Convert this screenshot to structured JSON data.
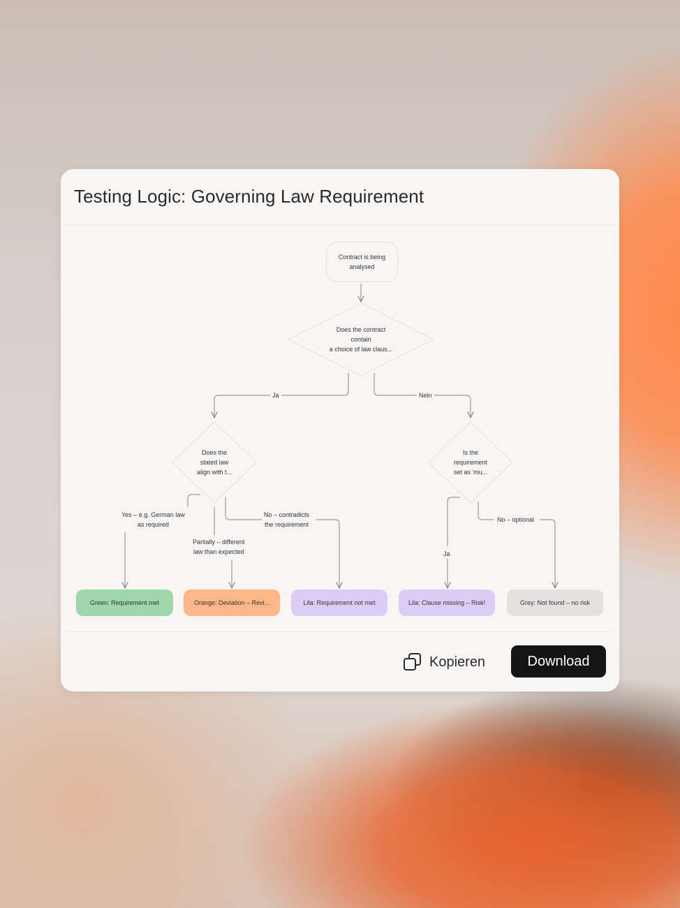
{
  "card": {
    "title": "Testing Logic: Governing Law Requirement"
  },
  "flowchart": {
    "start": "Contract is being\nanalysed",
    "q1": "Does the contract\ncontain\na choice of law claus...",
    "q1_yes": "Ja",
    "q1_no": "Nein",
    "q2_left": "Does the\nstated law\nalign with t...",
    "q2_right": "Is the\nrequirement\nset as 'mu...",
    "edge_yes_german": "Yes – e.g. German law\nas required",
    "edge_partially": "Partially – different\nlaw than expected",
    "edge_no_contradicts": "No – contradicts\nthe requirement",
    "edge_ja": "Ja",
    "edge_no_optional": "No – optional",
    "results": [
      {
        "label": "Green: Requirement met",
        "color": "#9fd6ab"
      },
      {
        "label": "Orange: Deviation – Revi...",
        "color": "#fdb789"
      },
      {
        "label": "Lila: Requirement not met",
        "color": "#dccdf6"
      },
      {
        "label": "Lila: Clause missing – Risk!",
        "color": "#dccdf6"
      },
      {
        "label": "Grey: Not found – no risk",
        "color": "#e4e1e1"
      }
    ]
  },
  "actions": {
    "copy_label": "Kopieren",
    "download_label": "Download"
  }
}
